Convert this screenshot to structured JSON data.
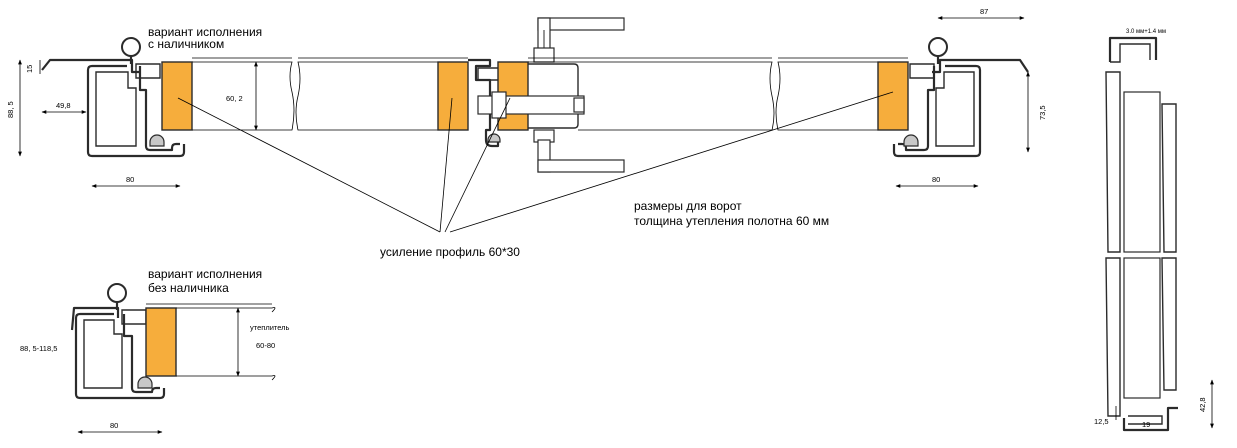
{
  "labels": {
    "variant_with_trim_1": "вариант исполнения",
    "variant_with_trim_2": "с наличником",
    "variant_without_trim_1": "вариант исполнения",
    "variant_without_trim_2": "без наличника",
    "reinforcement": "усиление профиль 60*30",
    "gate_dims_1": "размеры для ворот",
    "gate_dims_2": "толщина утепления полотна 60 мм",
    "insulation_1": "утеплитель",
    "insulation_2": "60-80"
  },
  "dimensions": {
    "d15": "15",
    "d88_5": "88, 5",
    "d49_8": "49,8",
    "d60_2": "60, 2",
    "d80_left": "80",
    "d87": "87",
    "d73_5": "73,5",
    "d80_right": "80",
    "d88_range": "88, 5-118,5",
    "d80_bottom": "80",
    "d_thickness": "3.0 мм+1.4 мм",
    "d12_5": "12,5",
    "d19": "19",
    "d42_8": "42,8"
  },
  "colors": {
    "reinforcement": "#f6ad3c",
    "profile": "#2b2b2b",
    "seal": "#c8c8c8"
  }
}
